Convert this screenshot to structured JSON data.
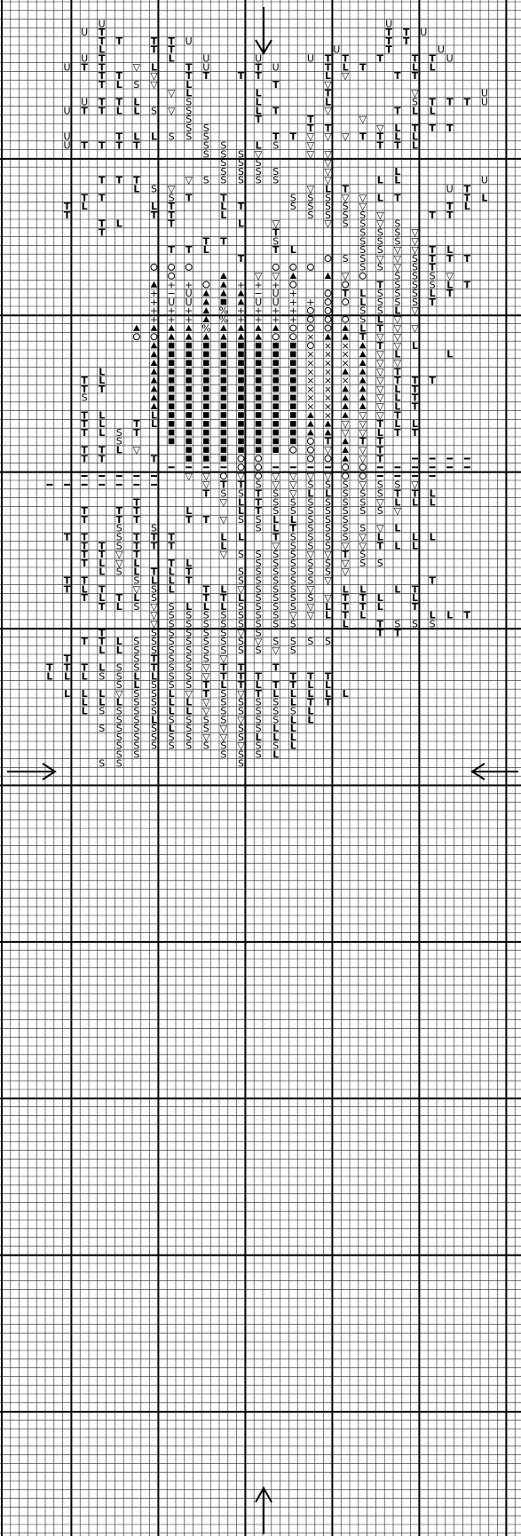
{
  "pattern": {
    "description_visible": false,
    "grid_columns": 60,
    "grid_rows": 177,
    "major_every": 10,
    "colors": {
      "background": "#ffffff",
      "minor_line": "#222222",
      "major_line": "#000000",
      "symbol": "#000000"
    },
    "center_markers": [
      {
        "name": "top-center-arrow",
        "dir": "down"
      },
      {
        "name": "bottom-center-arrow",
        "dir": "up"
      },
      {
        "name": "left-center-arrow",
        "dir": "right"
      },
      {
        "name": "right-center-arrow",
        "dir": "left"
      }
    ],
    "legend_symbols": {
      "T": "T",
      "L": "L",
      "S": "S",
      "U": "U",
      "V": "▽",
      "O": "○",
      "A": "▲",
      "B": "■",
      "X": "×",
      "P": "+",
      "M": "−",
      "D": "–",
      "K": "%"
    },
    "rows": [
      "",
      "",
      "           U                                U              ",
      "         U T                                T T U          ",
      "           T T   T T U                      T T            ",
      "           L     T T                  U     T     U        ",
      "         U T       L   U     U     U T T   T   T T U      ",
      "       U T T   V L   T U     T U     T L T     L L        ",
      "           T T   V   T T   T T       L V     T T          ",
      "           T L S V   L         T     V                    ",
      "                   V L       L       T         V       U   ",
      "         U T T L     S       L       L         S T T T U  ",
      "       U T T L L S V S       L T     V       T L L        ",
      "                     S       T     T     V                ",
      "                     S S           T T     V L T T T      ",
      "       U     T L L S S S       T T V V V T T L L          ",
      "       U T T T T       S S   L S   V       T T L          ",
      "                       S S S V     V V                    ",
      "                         S S S       V                    ",
      "                         S S S S     V       L            ",
      "           T T T     V S S S S S     V     L L         U  ",
      "               L S V               V L T           U T    ",
      "         T T       S T   T       S S S V V L T       T L  ",
      "       T L       L T     L T     S S S S V         T L    ",
      "       T         T T     L         S S S S V     T T      ",
      "           T L     T       L   V     V S S V S            ",
      "           T                   T         S S S V          ",
      "                       T T     S         S S S V          ",
      "                   T T L       T L       S S V V T L      ",
      "                           T         O S S V V S T T T    ",
      "                 O O O         O O O     S S V S T        ",
      "                   O     A   V V A   A V O   S S S V      ",
      "                 A P P O A P P P O     O   T S S S L T    ",
      "                 P M U A A A M U P   O T L S S S L T      ",
      "                 P U U A B A U U P P O O L S S S T        ",
      "                 P P P A K P P P P O O   S S L V          ",
      "                 P P P A K P P P P O O O S L V            ",
      "               A A A A K A A A A O O O A L T V V          ",
      "               O O A A A A A A O O X A A T V V            ",
      "                 A B B B B B B B B O X X A T V L          ",
      "                 A B B B B B B B B X X X A V L     L      ",
      "                 A B B B B B B B B X X X A V V            ",
      "           L     A B B B B B B B B X X A A V T            ",
      "         T L     A B B B B B B B B X X X A V T T T        ",
      "         T T     A B B B B B B B B X X A A V L T          ",
      "         S       A B B B B B B B B X X A A V L T          ",
      "                 A B B B B B B B B X X A A V L T          ",
      "         T L     L B B B B B B B B A X A V V T            ",
      "         T L   T L B B B B B B B B A A V V T L L          ",
      "         T L S T   B B B B B B B B A A V V L T T          ",
      "             S     B B B B B B B B O T A T T              ",
      "         T T L V     B B B B B B O O V A V T              ",
      "         T T     T   B B B O O     O O A V T   D D D D    ",
      "                   D D D D O O D D D D O O D D D D D D    ",
      "         D D D D D   V V O V O V V V V O O D D D D        ",
      "     D D D D D D D     V T T S V V S S S V S S V          ",
      "                       T S S T S V L L S S S T T L        ",
      "               T         V L T S S S S S S V L L L        ",
      "         T   T T     L     L T S S S S S S S V            ",
      "         T   T T     T T V S S L L S S S                  ",
      "             S   S           S L T S S S S V L            ",
      "       T T   S T T T     L L   T S S S S V L   L L        ",
      "         T T S T T T     L     V S S S V V T L L          ",
      "         T T V T         V S S S S V V T S                ",
      "         T L V L   T L       S S S S S V S S              ",
      "           L S L T L T     S S S S S S V                  ",
      "       T T     S L L T     S S S S S V           T        ",
      "       T L T   V S L   T L V S S S V   L L   L T          ",
      "         T L T L S     T T L S S S S V T T L   L          ",
      "           T L S V S L L L S S S S V L T T L   T          ",
      "                 V S S S S S S S V V L T L       L L T    ",
      "                 V S S S S S S S S     L   T S S S        ",
      "           T     S S S S S V S             T T            ",
      "         T T L S S S S S S S V S S S S                    ",
      "           L L S S S S S S S S V S                        ",
      "       T       S T S S S V                                ",
      "     T T T L S S T S S V T T   T                          ",
      "     L L L S S L L S S V T T T   T T T                    ",
      "             S L S S S T L T L T T L L                    ",
      "       L L L V S S L V T S V T L L L L L                  ",
      "         L L L S S L L V S S S S L T T                    ",
      "         L S S S S L L V S S S S S L                      ",
      "             S S L S S S S V S S L L                      ",
      "           S S S S L S S V S S L L                        ",
      "             S S S S S V V S L L L                        ",
      "             S S S S S S S V S S L                        ",
      "             S S         S S S L                          ",
      "           S S             S                              ",
      ""
    ]
  }
}
